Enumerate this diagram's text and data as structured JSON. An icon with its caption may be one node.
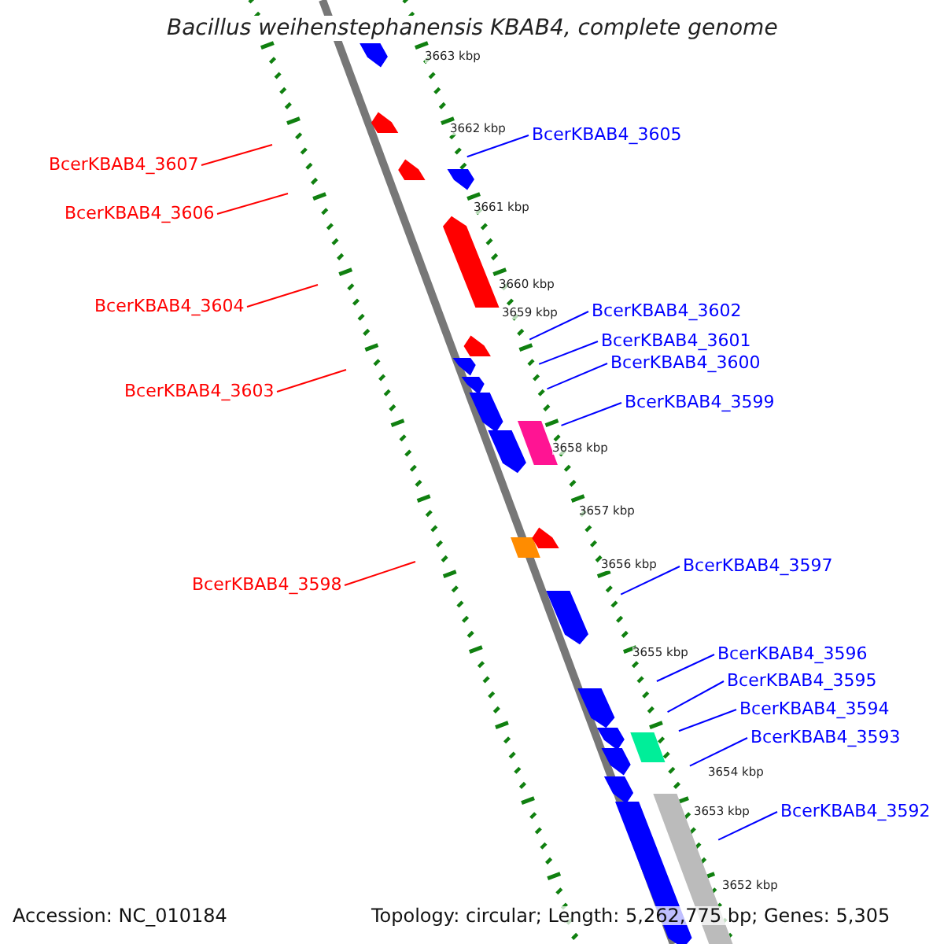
{
  "diagram": {
    "title": "Bacillus weihenstephanensis KBAB4, complete genome",
    "nodes": [
      {
        "text": [
          "BcerKBAB4_3605"
        ]
      },
      {
        "text": [
          "BcerKBAB4_3607"
        ]
      },
      {
        "text": [
          "BcerKBAB4_3606"
        ]
      },
      {
        "text": [
          "BcerKBAB4_3604"
        ]
      },
      {
        "text": [
          "BcerKBAB4_3602"
        ]
      },
      {
        "text": [
          "BcerKBAB4_3601"
        ]
      },
      {
        "text": [
          "BcerKBAB4_3600"
        ]
      },
      {
        "text": [
          "BcerKBAB4_3603"
        ]
      },
      {
        "text": [
          "BcerKBAB4_3599"
        ]
      },
      {
        "text": [
          "BcerKBAB4_3597"
        ]
      },
      {
        "text": [
          "BcerKBAB4_3598"
        ]
      },
      {
        "text": [
          "BcerKBAB4_3596"
        ]
      },
      {
        "text": [
          "BcerKBAB4_3595"
        ]
      },
      {
        "text": [
          "BcerKBAB4_3594"
        ]
      },
      {
        "text": [
          "BcerKBAB4_3593"
        ]
      },
      {
        "text": [
          "BcerKBAB4_3592"
        ]
      }
    ],
    "edges": [
      {
        "from": 0,
        "to": null,
        "arrow": "none"
      },
      {
        "from": 1,
        "to": null,
        "arrow": "none",
        "color": "#ff0000"
      },
      {
        "from": 2,
        "to": null,
        "arrow": "none",
        "color": "#ff0000"
      },
      {
        "from": 3,
        "to": null,
        "arrow": "none",
        "color": "#ff0000"
      },
      {
        "from": 4,
        "to": null,
        "arrow": "none"
      },
      {
        "from": 5,
        "to": null,
        "arrow": "none"
      },
      {
        "from": 6,
        "to": null,
        "arrow": "none"
      },
      {
        "from": 7,
        "to": null,
        "arrow": "none",
        "color": "#ff0000"
      },
      {
        "from": 8,
        "to": null,
        "arrow": "none"
      },
      {
        "from": 9,
        "to": null,
        "arrow": "none"
      },
      {
        "from": 10,
        "to": null,
        "arrow": "none",
        "color": "#ff0000"
      },
      {
        "from": 11,
        "to": null,
        "arrow": "none"
      },
      {
        "from": 12,
        "to": null,
        "arrow": "none"
      },
      {
        "from": 13,
        "to": null,
        "arrow": "none"
      },
      {
        "from": 14,
        "to": null,
        "arrow": "none"
      },
      {
        "from": 15,
        "to": null,
        "arrow": "none"
      }
    ],
    "labels": [
      "3663 kbp",
      "3662 kbp",
      "3661 kbp",
      "3660 kbp",
      "3659 kbp",
      "3658 kbp",
      "3657 kbp",
      "3656 kbp",
      "3655 kbp",
      "3654 kbp",
      "3653 kbp",
      "3652 kbp",
      "Accession: NC_010184",
      "Topology: circular; Length: 5,262,775 bp; Genes: 5,305"
    ]
  }
}
